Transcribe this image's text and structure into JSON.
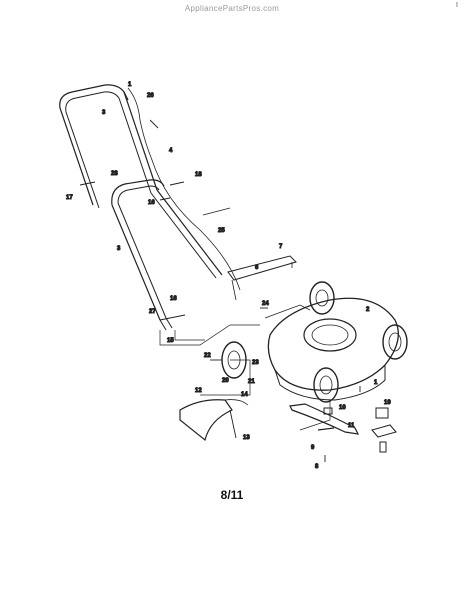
{
  "watermark": "AppliancePartsPros.com",
  "corner_mark": "I",
  "page_number": "8/11",
  "callouts": [
    {
      "id": "1a",
      "label": "1"
    },
    {
      "id": "1b",
      "label": "1"
    },
    {
      "id": "2",
      "label": "2"
    },
    {
      "id": "3a",
      "label": "3"
    },
    {
      "id": "3b",
      "label": "3"
    },
    {
      "id": "4",
      "label": "4"
    },
    {
      "id": "6",
      "label": "6"
    },
    {
      "id": "7",
      "label": "7"
    },
    {
      "id": "8",
      "label": "8"
    },
    {
      "id": "9",
      "label": "9"
    },
    {
      "id": "10",
      "label": "10"
    },
    {
      "id": "11",
      "label": "11"
    },
    {
      "id": "12",
      "label": "12"
    },
    {
      "id": "13",
      "label": "13"
    },
    {
      "id": "14",
      "label": "14"
    },
    {
      "id": "15",
      "label": "15"
    },
    {
      "id": "16a",
      "label": "16"
    },
    {
      "id": "16b",
      "label": "16"
    },
    {
      "id": "17",
      "label": "17"
    },
    {
      "id": "18",
      "label": "18"
    },
    {
      "id": "19",
      "label": "19"
    },
    {
      "id": "20",
      "label": "20"
    },
    {
      "id": "21",
      "label": "21"
    },
    {
      "id": "22",
      "label": "22"
    },
    {
      "id": "23",
      "label": "23"
    },
    {
      "id": "24",
      "label": "24"
    },
    {
      "id": "25",
      "label": "25"
    },
    {
      "id": "26",
      "label": "26"
    },
    {
      "id": "27",
      "label": "27"
    },
    {
      "id": "28",
      "label": "28"
    }
  ]
}
